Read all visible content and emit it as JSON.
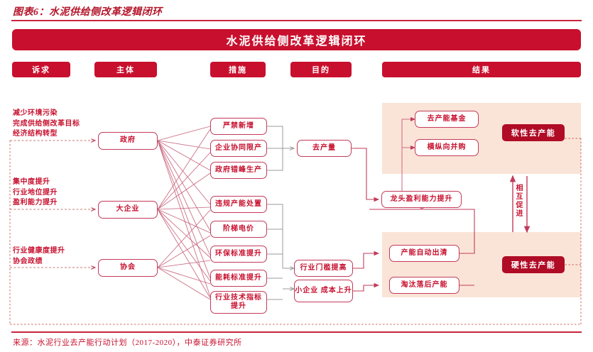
{
  "figure": {
    "caption": "图表6：水泥供给侧改革逻辑闭环",
    "banner_title": "水泥供给侧改革逻辑闭环",
    "source": "来源：水泥行业去产能行动计划（2017-2020），中泰证券研究所"
  },
  "colors": {
    "brand_red": "#c8102e",
    "badge_red": "#b00c26",
    "panel_peach": "#fae4d7",
    "outline": "#c23b5a"
  },
  "tabs": [
    {
      "id": "appeal",
      "label": "诉求"
    },
    {
      "id": "subject",
      "label": "主体"
    },
    {
      "id": "measure",
      "label": "措施"
    },
    {
      "id": "purpose",
      "label": "目的"
    },
    {
      "id": "result",
      "label": "结果"
    }
  ],
  "appeals": [
    {
      "id": "gov",
      "text": "减少环境污染\n完成供给侧改革目标\n经济结构转型"
    },
    {
      "id": "big",
      "text": "集中度提升\n行业地位提升\n盈利能力提升"
    },
    {
      "id": "assoc",
      "text": "行业健康度提升\n协会政绩"
    }
  ],
  "subjects": [
    {
      "id": "gov",
      "label": "政府"
    },
    {
      "id": "big",
      "label": "大企业"
    },
    {
      "id": "assoc",
      "label": "协会"
    }
  ],
  "measures_upper": [
    {
      "id": "m1",
      "label": "严禁新增"
    },
    {
      "id": "m2",
      "label": "企业协同限产"
    },
    {
      "id": "m3",
      "label": "政府错峰生产"
    }
  ],
  "measures_lower": [
    {
      "id": "m4",
      "label": "违规产能处置"
    },
    {
      "id": "m5",
      "label": "阶梯电价"
    },
    {
      "id": "m6",
      "label": "环保标准提升"
    },
    {
      "id": "m7",
      "label": "能耗标准提升"
    },
    {
      "id": "m8",
      "label": "行业技术指标\n提升"
    }
  ],
  "purposes": [
    {
      "id": "p1",
      "label": "去产量"
    },
    {
      "id": "p2",
      "label": "行业门槛提高"
    },
    {
      "id": "p3",
      "label": "小企业\n成本上升"
    }
  ],
  "bridge": {
    "id": "leader",
    "label": "龙头盈利能力提升"
  },
  "results": {
    "soft": {
      "badge": "软性去产能",
      "items": [
        {
          "id": "r1",
          "label": "去产能基金"
        },
        {
          "id": "r2",
          "label": "横纵向并购"
        }
      ]
    },
    "hard": {
      "badge": "硬性去产能",
      "items": [
        {
          "id": "r3",
          "label": "产能自动出清"
        },
        {
          "id": "r4",
          "label": "淘汰落后产能"
        }
      ]
    },
    "mutual_label": "相互促进"
  }
}
